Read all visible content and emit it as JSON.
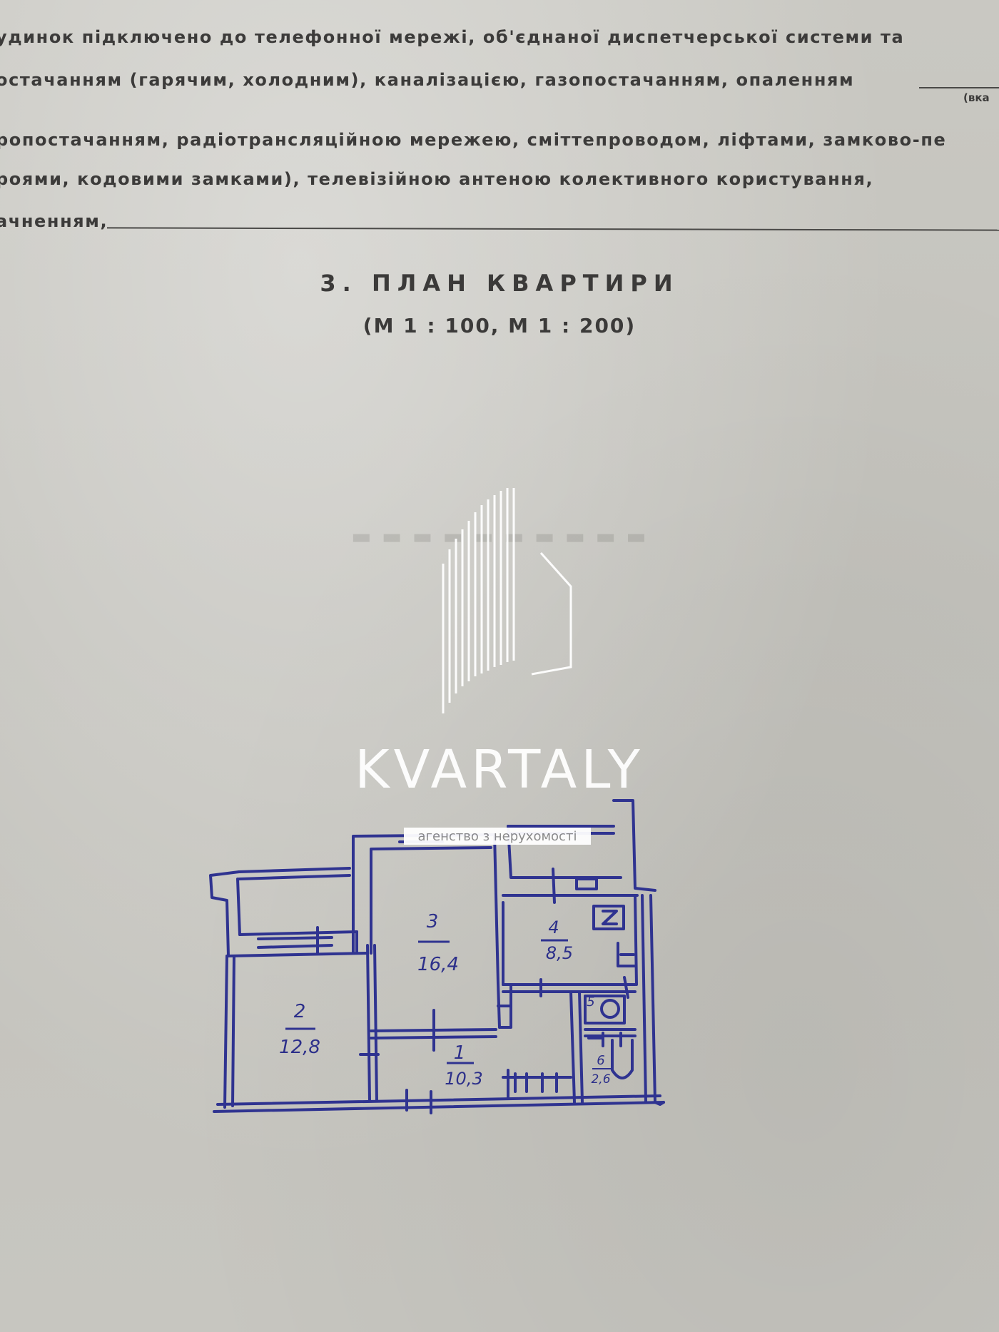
{
  "paragraph": {
    "line1": "удинок підключено до телефонної мережі, об'єднаної диспетчерської системи та",
    "line2": "остачанням (гарячим, холодним), каналізацією, газопостачанням, опаленням",
    "hint": "(вка",
    "line3": "ропостачанням, радіотрансляційною мережею, сміттепроводом, ліфтами, замково-пе",
    "line4": "роями, кодовими замками), телевізійною антеною колективного користування,",
    "line5": "ачненням,"
  },
  "section": {
    "title": "3. ПЛАН КВАРТИРИ",
    "scale": "(М 1 : 100, М 1 : 200)"
  },
  "plan": {
    "rooms": [
      {
        "num": "2",
        "area": "12,8"
      },
      {
        "num": "3",
        "area": "16,4"
      },
      {
        "num": "1",
        "area": "10,3"
      },
      {
        "num": "4",
        "area": "8,5"
      },
      {
        "num": "5"
      },
      {
        "num": "6",
        "area": "2,6"
      }
    ]
  },
  "watermark": {
    "brand": "KVARTALY",
    "tagline": "агенство з нерухомості"
  }
}
